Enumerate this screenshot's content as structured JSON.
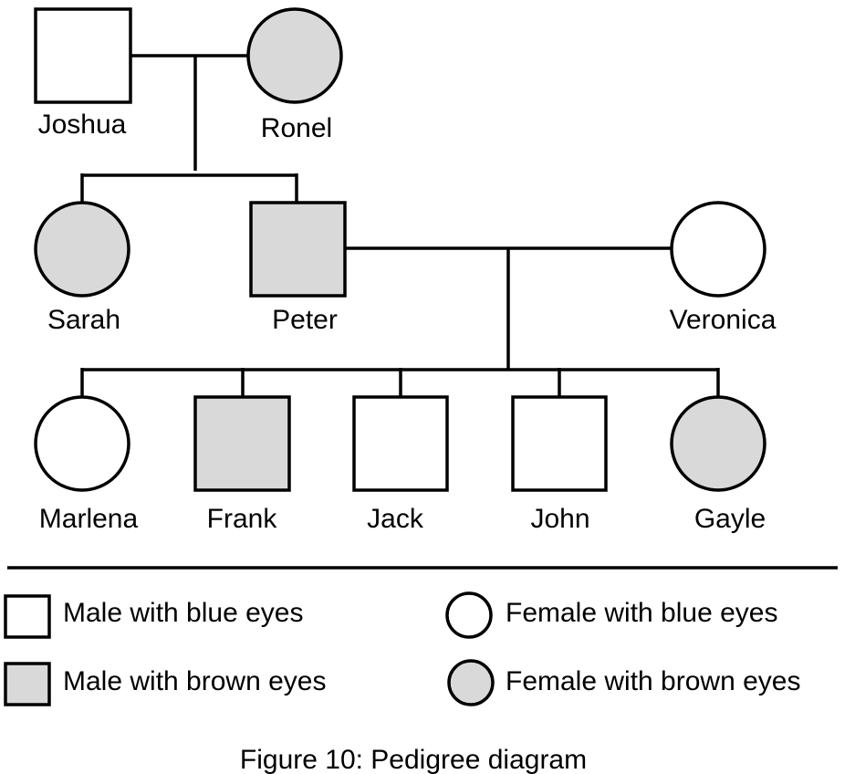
{
  "colors": {
    "blue_eyes_fill": "#ffffff",
    "brown_eyes_fill": "#d9d9d9",
    "stroke": "#000000"
  },
  "people": {
    "joshua": {
      "name": "Joshua",
      "sex": "male",
      "eyes": "blue"
    },
    "ronel": {
      "name": "Ronel",
      "sex": "female",
      "eyes": "brown"
    },
    "sarah": {
      "name": "Sarah",
      "sex": "female",
      "eyes": "brown"
    },
    "peter": {
      "name": "Peter",
      "sex": "male",
      "eyes": "brown"
    },
    "veronica": {
      "name": "Veronica",
      "sex": "female",
      "eyes": "blue"
    },
    "marlena": {
      "name": "Marlena",
      "sex": "female",
      "eyes": "blue"
    },
    "frank": {
      "name": "Frank",
      "sex": "male",
      "eyes": "brown"
    },
    "jack": {
      "name": "Jack",
      "sex": "male",
      "eyes": "blue"
    },
    "john": {
      "name": "John",
      "sex": "male",
      "eyes": "blue"
    },
    "gayle": {
      "name": "Gayle",
      "sex": "female",
      "eyes": "brown"
    }
  },
  "legend": {
    "male_blue": "Male with blue eyes",
    "male_brown": "Male with brown eyes",
    "female_blue": "Female with blue eyes",
    "female_brown": "Female with brown eyes"
  },
  "caption": "Figure 10: Pedigree diagram"
}
